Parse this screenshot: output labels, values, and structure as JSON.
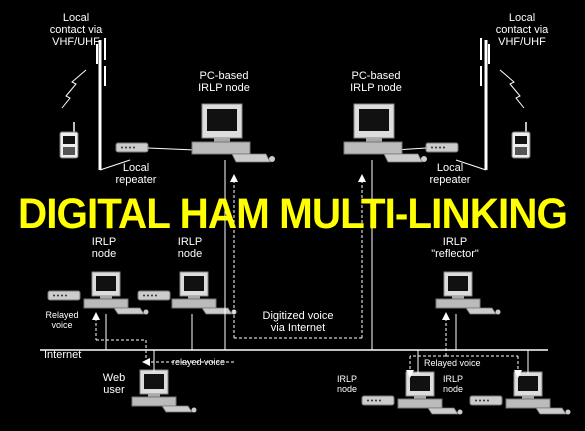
{
  "banner": "DIGITAL HAM MULTI-LINKING",
  "labels": {
    "local_contact_left": [
      "Local",
      "contact via",
      "VHF/UHF"
    ],
    "local_contact_right": [
      "Local",
      "contact via",
      "VHF/UHF"
    ],
    "pc_node_left": [
      "PC-based",
      "IRLP node"
    ],
    "pc_node_right": [
      "PC-based",
      "IRLP node"
    ],
    "local_repeater_left": [
      "Local",
      "repeater"
    ],
    "local_repeater_right": [
      "Local",
      "repeater"
    ],
    "irlp_node_a": [
      "IRLP",
      "node"
    ],
    "irlp_node_b": [
      "IRLP",
      "node"
    ],
    "irlp_reflector": [
      "IRLP",
      "\"reflector\""
    ],
    "relayed_voice_left": [
      "Relayed",
      "voice"
    ],
    "digitized_voice": [
      "Digitized voice",
      "via Internet"
    ],
    "internet": "Internet",
    "relayed_voice_mid": "relayed voice",
    "relayed_voice_right": "Relayed voice",
    "web_user": [
      "Web",
      "user"
    ],
    "irlp_node_c": [
      "IRLP",
      "node"
    ],
    "irlp_node_d": [
      "IRLP",
      "node"
    ]
  },
  "colors": {
    "background": "#000000",
    "banner": "#ffff00",
    "line": "#ffffff"
  }
}
